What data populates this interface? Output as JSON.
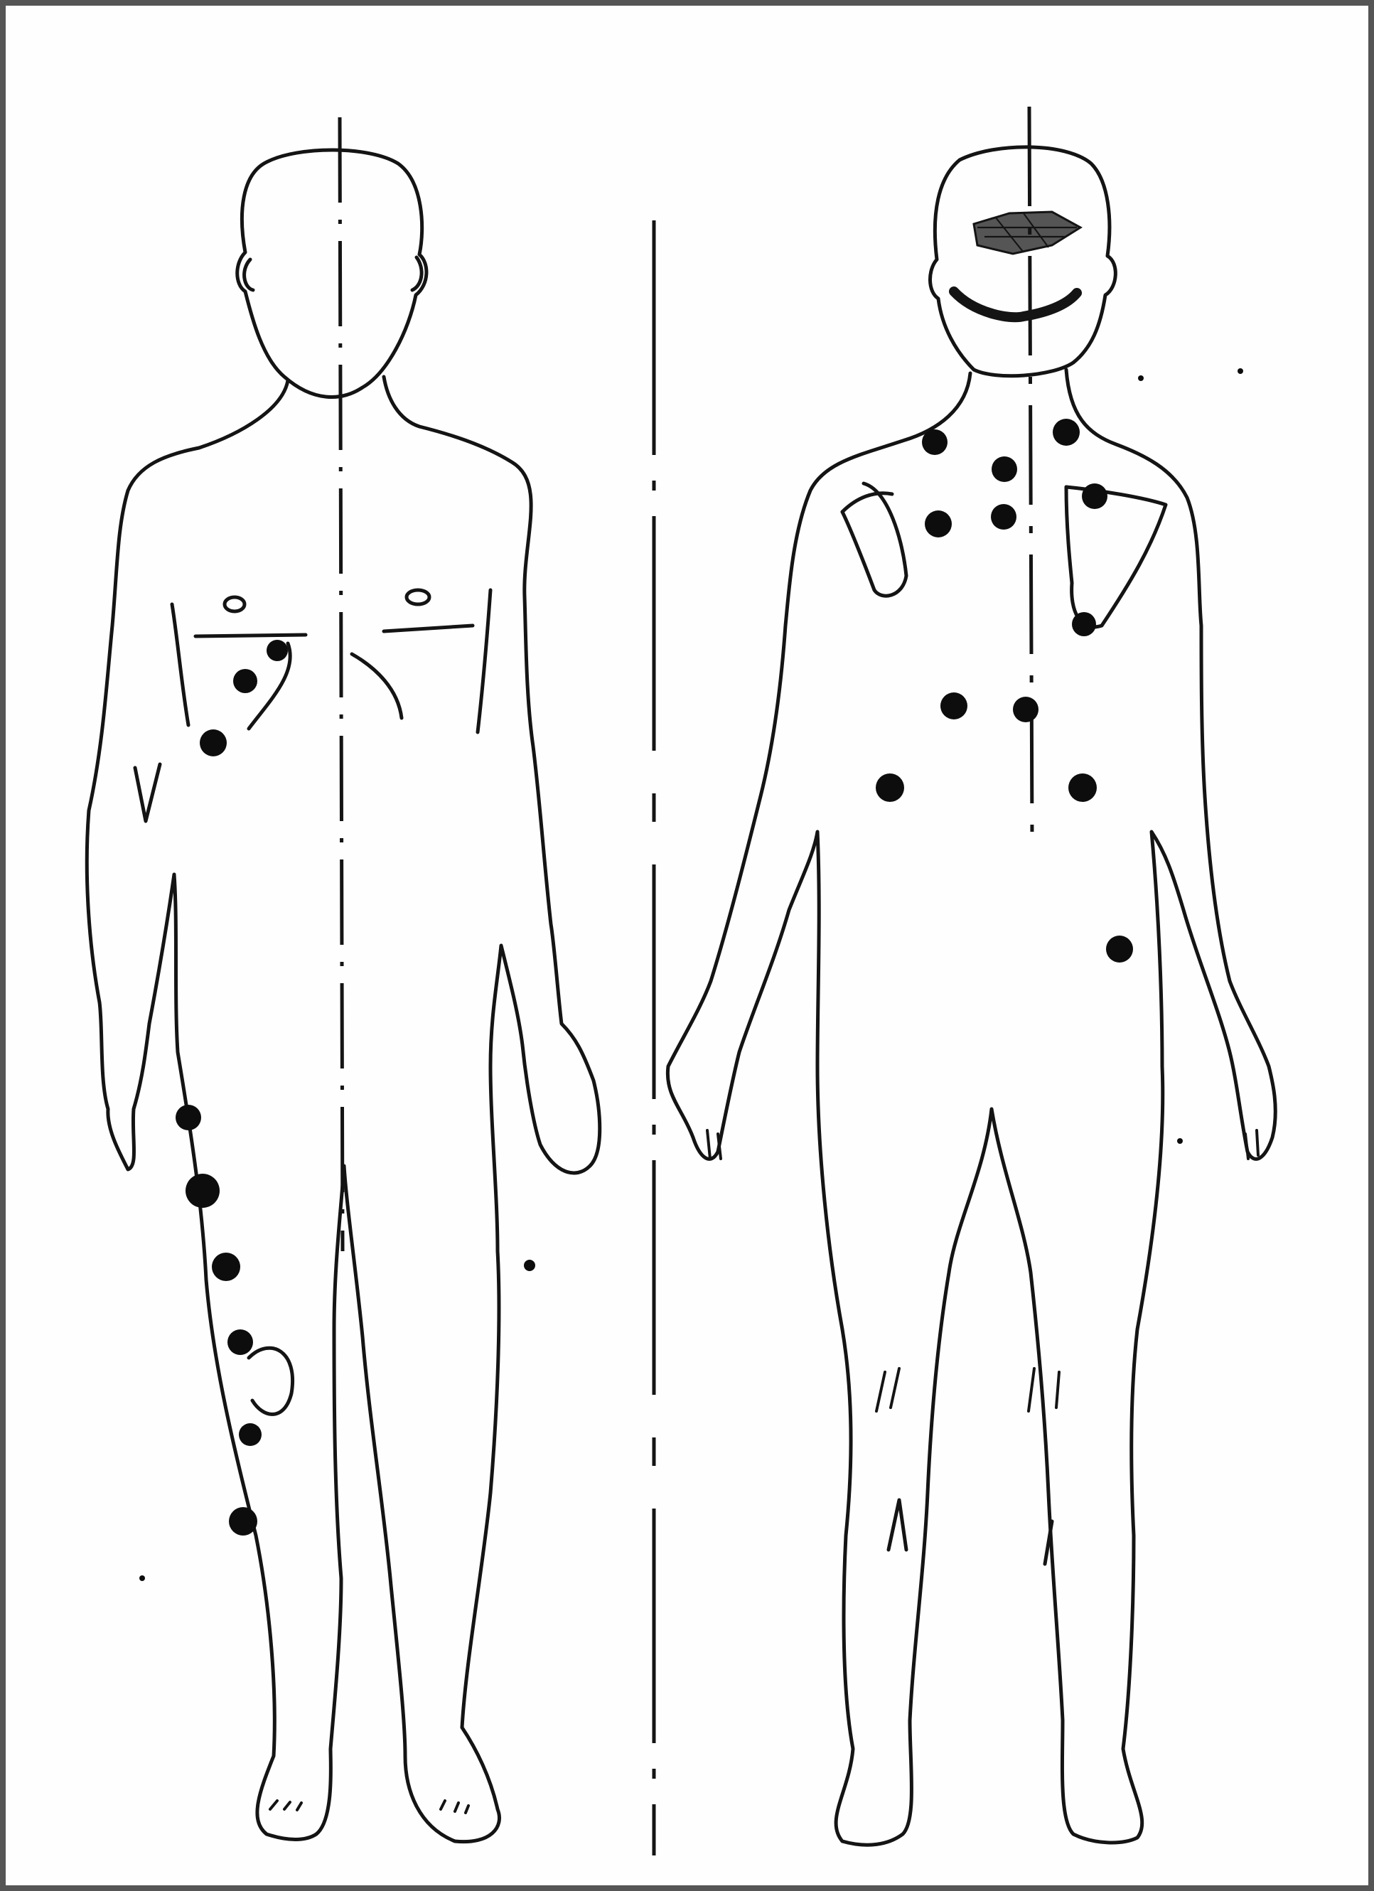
{
  "figure": {
    "views": [
      "front",
      "back"
    ],
    "colors": {
      "line": "#141414",
      "marks": "#0d0d0d",
      "background": "#fefefe",
      "frame": "#555555"
    },
    "front_markers": 11,
    "back_markers": 15
  }
}
